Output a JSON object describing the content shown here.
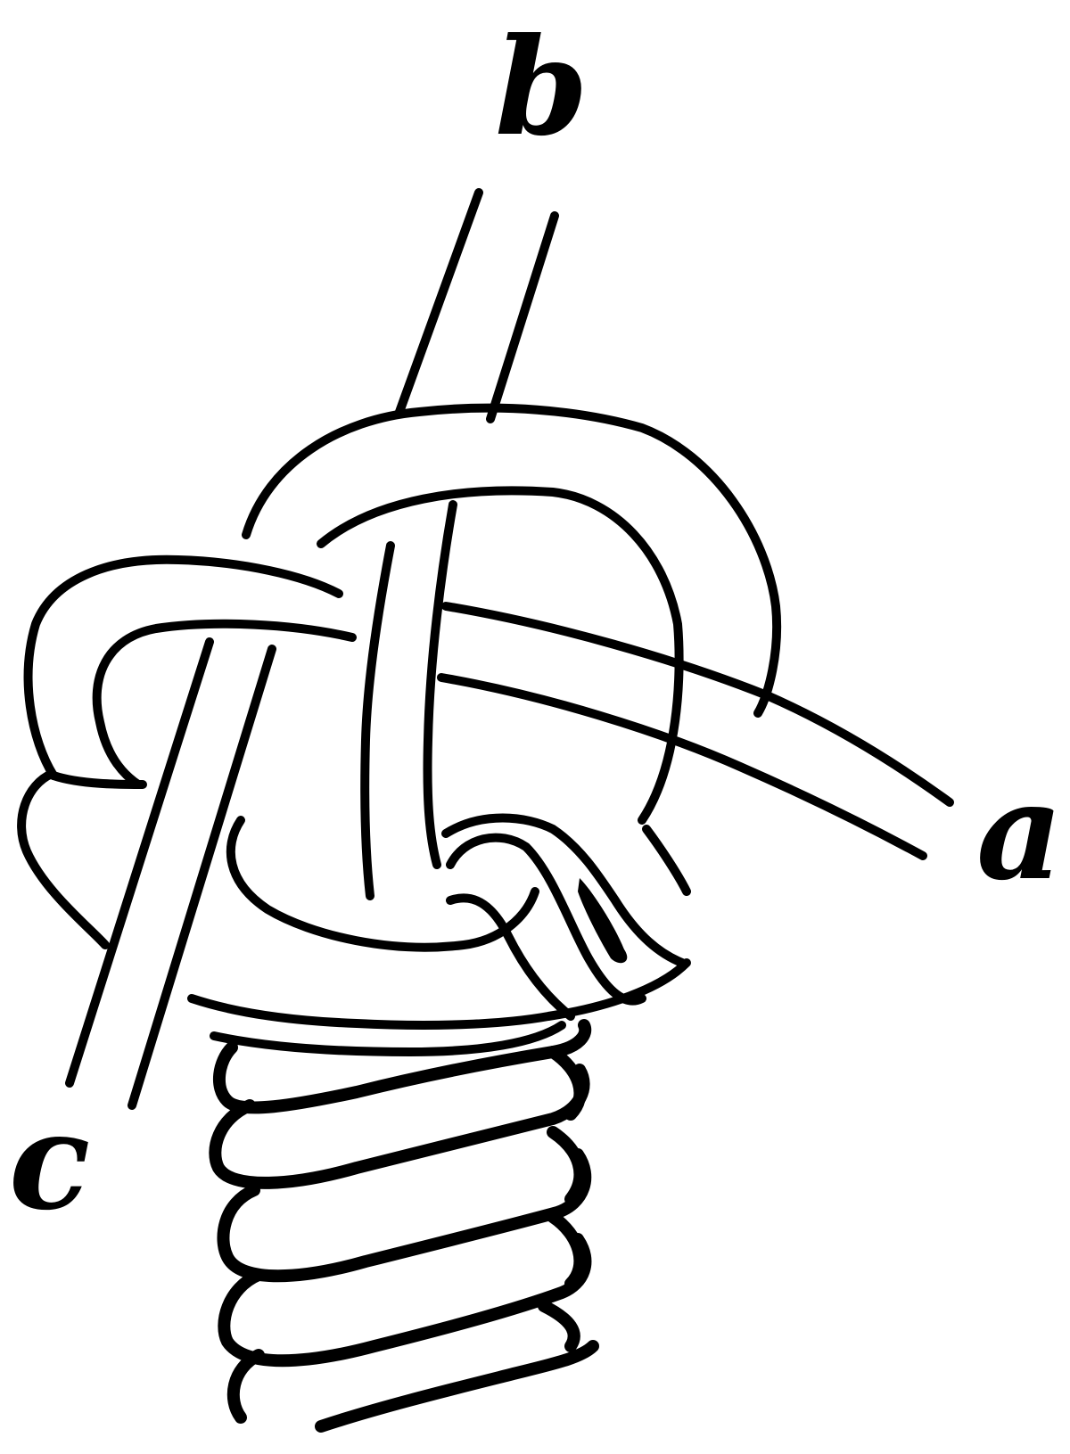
{
  "figure": {
    "labels": {
      "a": "a",
      "b": "b",
      "c": "c"
    },
    "colors": {
      "ink": "#000000",
      "paper": "#ffffff"
    }
  }
}
